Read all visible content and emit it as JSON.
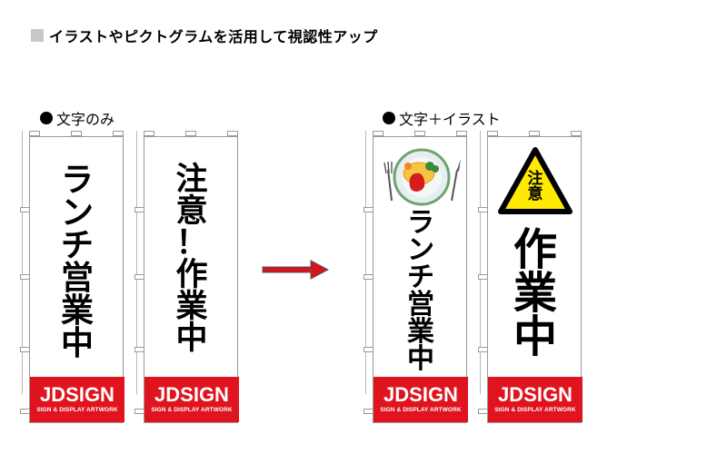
{
  "title": "イラストやピクトグラムを活用して視認性アップ",
  "sections": {
    "left": "文字のみ",
    "right": "文字＋イラスト"
  },
  "flags": [
    {
      "text": "ランチ営業中"
    },
    {
      "text": "注意！作業中"
    },
    {
      "text": "ランチ営業中"
    },
    {
      "sign_text": "注意",
      "text": "作業中"
    }
  ],
  "brand": {
    "name": "JDSIGN",
    "tagline": "SIGN & DISPLAY ARTWORK"
  },
  "colors": {
    "brand_red": "#e0141e",
    "warning_yellow": "#ffea00",
    "arrow_red": "#d4141c"
  },
  "icons": [
    "omelette-rice-plate-icon",
    "warning-triangle-icon",
    "right-arrow-icon"
  ]
}
